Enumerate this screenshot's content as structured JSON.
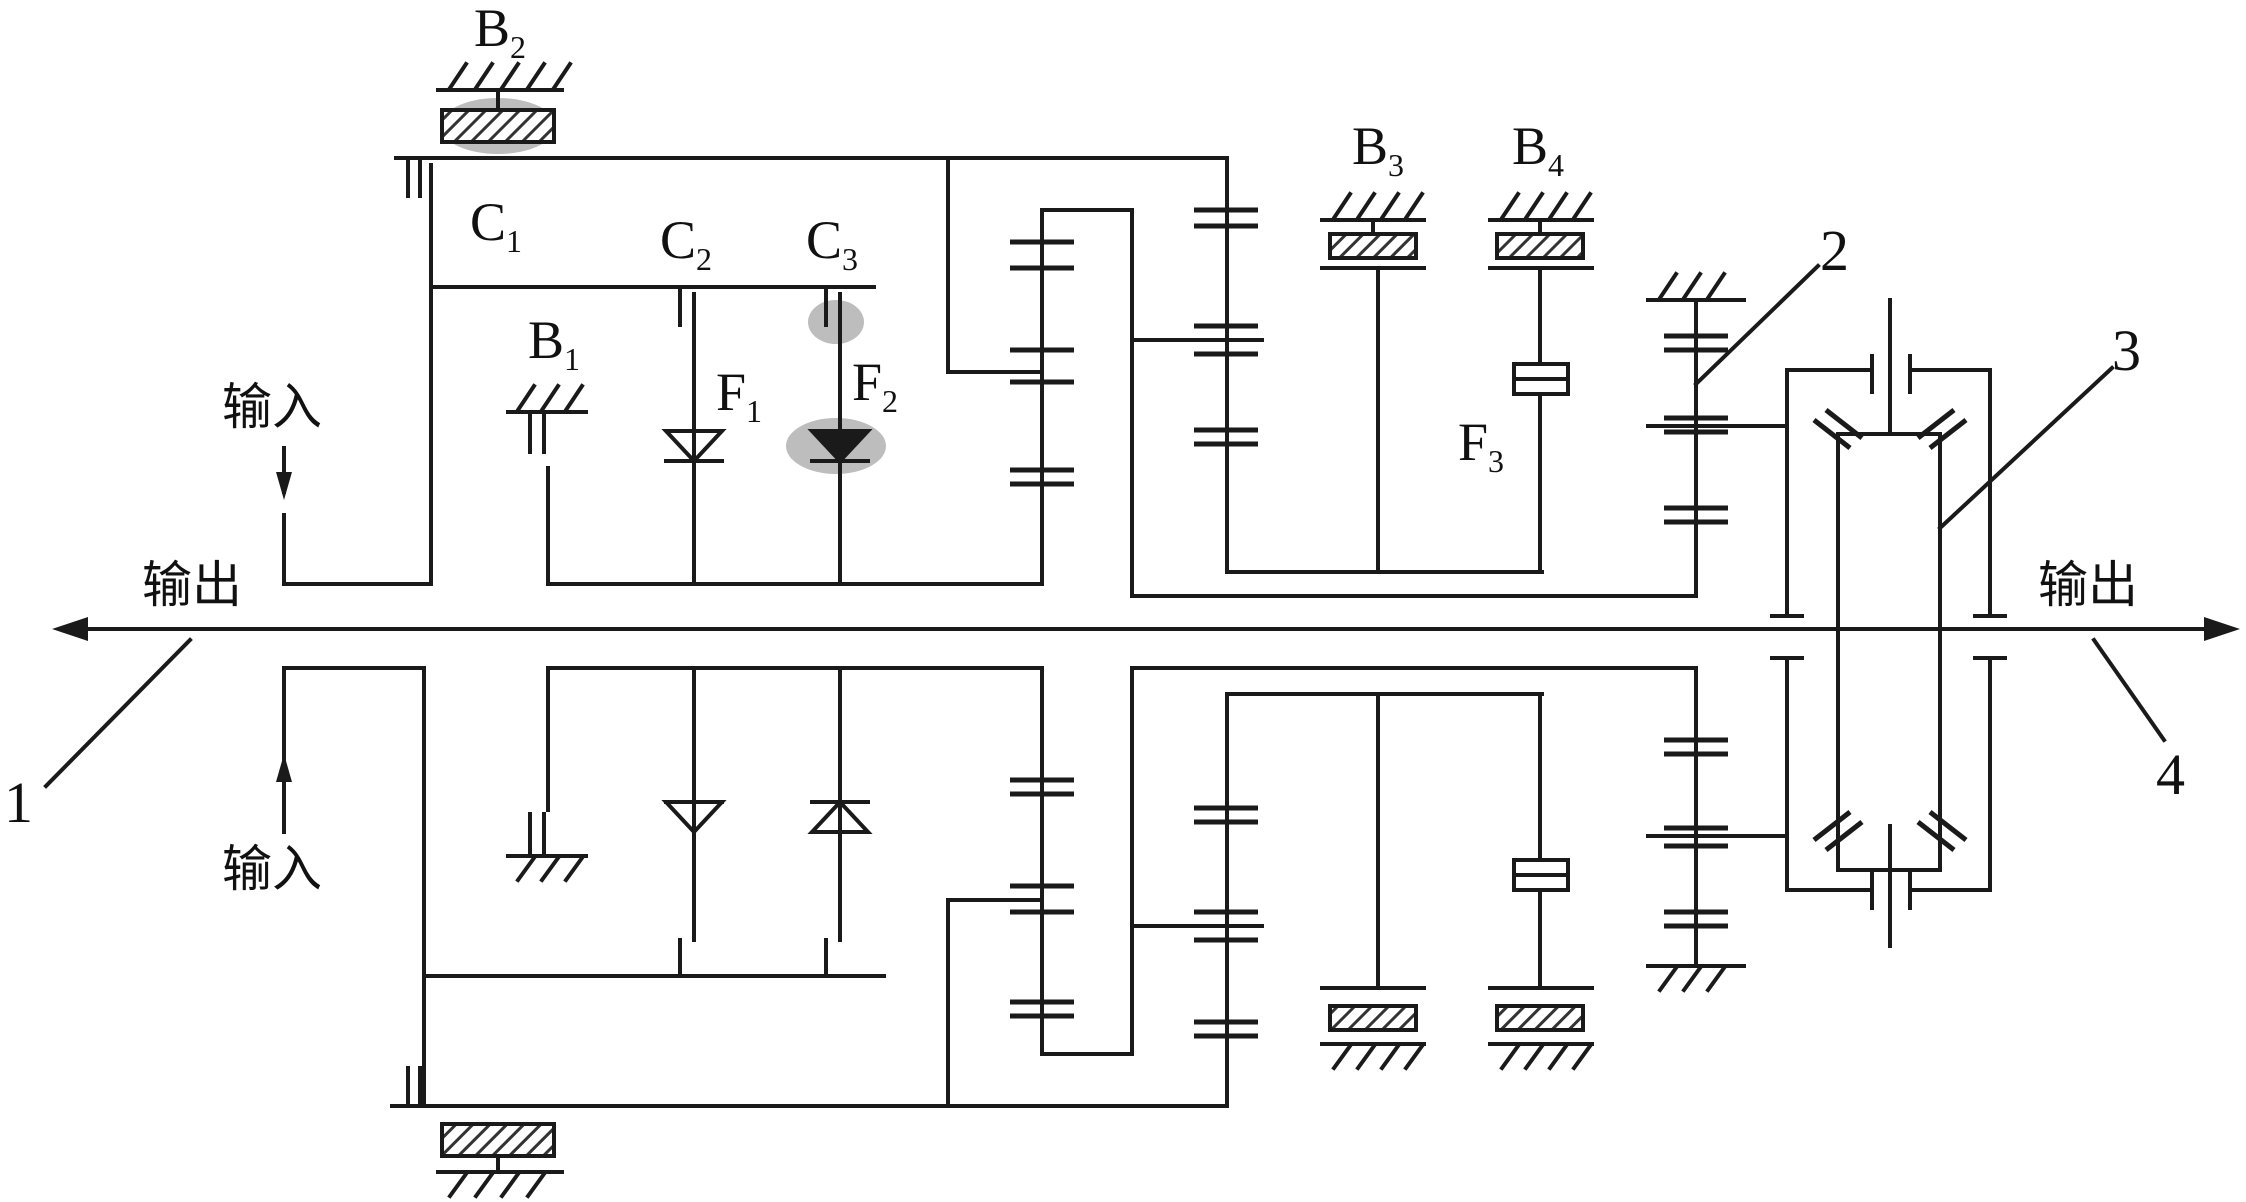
{
  "labels": {
    "B2": {
      "main": "B",
      "sub": "2"
    },
    "B3": {
      "main": "B",
      "sub": "3"
    },
    "B4": {
      "main": "B",
      "sub": "4"
    },
    "B1": {
      "main": "B",
      "sub": "1"
    },
    "C1": {
      "main": "C",
      "sub": "1"
    },
    "C2": {
      "main": "C",
      "sub": "2"
    },
    "C3": {
      "main": "C",
      "sub": "3"
    },
    "F1": {
      "main": "F",
      "sub": "1"
    },
    "F2": {
      "main": "F",
      "sub": "2"
    },
    "F3": {
      "main": "F",
      "sub": "3"
    }
  },
  "text": {
    "input_top": "输入",
    "input_bottom": "输入",
    "output_left": "输出",
    "output_right": "输出",
    "num_1": "1",
    "num_2": "2",
    "num_3": "3",
    "num_4": "4"
  },
  "colors": {
    "line": "#1a1a1a",
    "highlight": "#bdbdbd",
    "hatch": "#333333"
  }
}
